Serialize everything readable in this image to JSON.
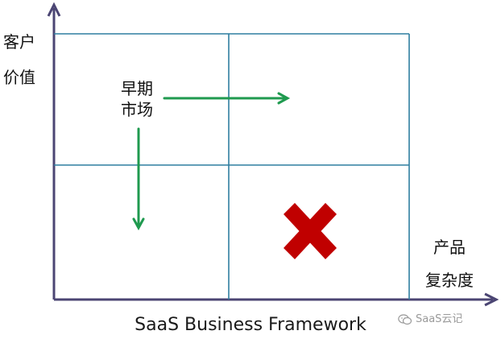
{
  "labels": {
    "y_axis_line1": "客户",
    "y_axis_line2": "价值",
    "x_axis_line1": "产品",
    "x_axis_line2": "复杂度",
    "quadrant_line1": "早期",
    "quadrant_line2": "市场"
  },
  "caption": "SaaS Business Framework",
  "watermark": "SaaS云记",
  "colors": {
    "axis": "#4b4573",
    "grid": "#2f7ea0",
    "arrow": "#1f9a4f",
    "cross": "#c00000"
  },
  "icons": {
    "cross": "x-mark-icon",
    "watermark": "wechat-icon"
  }
}
